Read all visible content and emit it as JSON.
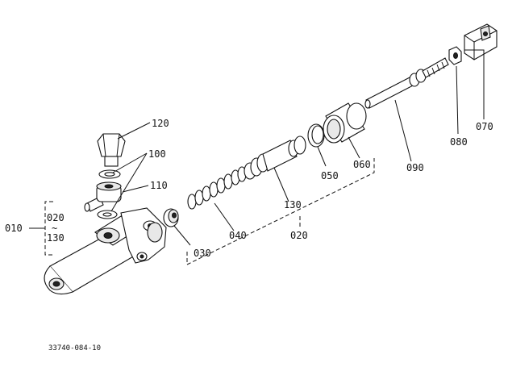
{
  "labels": {
    "p010": "010",
    "p020_top": "020",
    "p020_tilde": "~",
    "p130_top": "130",
    "p020": "020",
    "p030": "030",
    "p040": "040",
    "p050": "050",
    "p060": "060",
    "p070": "070",
    "p080": "080",
    "p090": "090",
    "p100": "100",
    "p110": "110",
    "p120": "120",
    "p130": "130"
  },
  "drawing_number": "33740-084-10"
}
